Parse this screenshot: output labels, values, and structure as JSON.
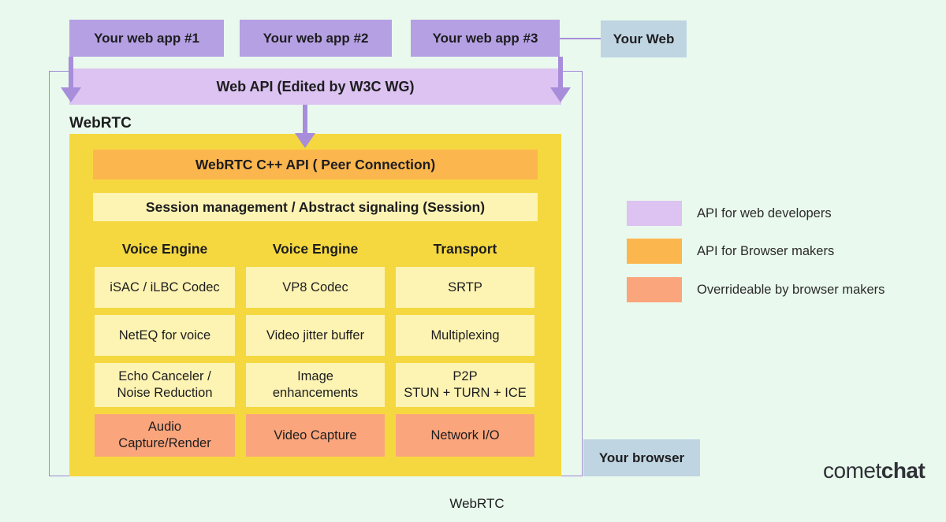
{
  "colors": {
    "background": "#e9f9ed",
    "app_box_purple": "#b5a0e3",
    "api_web_developers_lavender": "#dcc3f1",
    "api_browser_makers_orange": "#fcb64e",
    "overrideable_salmon": "#fba57c",
    "module_pale_yellow": "#fdf3b3",
    "core_yellow": "#f5d83f",
    "arrow_purple": "#a78dda",
    "outer_border_purple": "#9f87d6",
    "browser_box_blue": "#c0d5e2"
  },
  "top_row": {
    "apps": [
      {
        "label": "Your web app #1"
      },
      {
        "label": "Your web app #2"
      },
      {
        "label": "Your web app #3"
      }
    ],
    "your_web": {
      "label": "Your Web"
    }
  },
  "webrtc_outer": {
    "web_api_bar": "Web API (Edited by W3C WG)",
    "label": "WebRTC"
  },
  "webrtc_core": {
    "cpp_api_bar": "WebRTC C++ API ( Peer Connection)",
    "session_bar": "Session management / Abstract signaling (Session)",
    "columns": [
      {
        "header": "Voice Engine",
        "cells": [
          "iSAC / iLBC Codec",
          "NetEQ for voice",
          "Echo Canceler /\nNoise Reduction",
          "Audio\nCapture/Render"
        ]
      },
      {
        "header": "Voice Engine",
        "cells": [
          "VP8 Codec",
          "Video jitter buffer",
          "Image\nenhancements",
          "Video Capture"
        ]
      },
      {
        "header": "Transport",
        "cells": [
          "SRTP",
          "Multiplexing",
          "P2P\nSTUN + TURN + ICE",
          "Network I/O"
        ]
      }
    ]
  },
  "legend": {
    "items": [
      {
        "label": "API for web developers",
        "color": "#dcc3f1"
      },
      {
        "label": "API for Browser makers",
        "color": "#fcb64e"
      },
      {
        "label": "Overrideable by browser makers",
        "color": "#fba57c"
      }
    ]
  },
  "your_browser": {
    "label": "Your browser"
  },
  "footer": {
    "caption": "WebRTC"
  },
  "logo": {
    "regular": "comet",
    "bold": "chat"
  }
}
